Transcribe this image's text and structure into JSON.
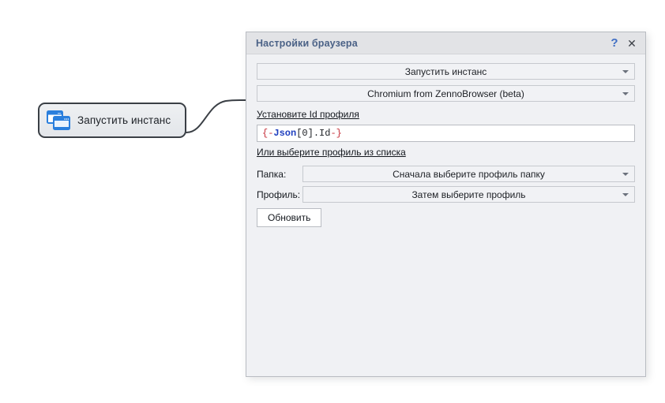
{
  "canvas": {
    "node": {
      "label": "Запустить инстанс",
      "icon": "two-browser-windows-icon",
      "icon_color": "#2a7fdd"
    },
    "connector": "node-to-dialog-link"
  },
  "dialog": {
    "titlebar": {
      "title": "Настройки браузера",
      "help_glyph": "?",
      "close_glyph": "✕",
      "help_color": "#3f6ec4"
    },
    "action_combo": {
      "value": "Запустить инстанс",
      "caret": "chevron-down-icon"
    },
    "browser_combo": {
      "value": "Chromium from ZennoBrowser (beta)",
      "caret": "chevron-down-icon"
    },
    "profile_id_link": "Установите Id профиля",
    "profile_id_input": {
      "value": "{-Json[0].Id-}",
      "tokens": {
        "open_brace": "{-",
        "name": "Json",
        "bracket_open": "[",
        "index": "0",
        "bracket_close": "]",
        "property": ".Id",
        "close_brace": "-}"
      },
      "colors": {
        "brace": "#c62f3a",
        "name": "#1f3fbf",
        "plain": "#1c1f24"
      }
    },
    "profile_list_link": "Или выберите профиль из списка",
    "folder_row": {
      "label": "Папка:",
      "value": "Сначала выберите профиль папку",
      "caret": "chevron-down-icon"
    },
    "profile_row": {
      "label": "Профиль:",
      "value": "Затем выберите профиль",
      "caret": "chevron-down-icon"
    },
    "refresh_button": "Обновить"
  }
}
